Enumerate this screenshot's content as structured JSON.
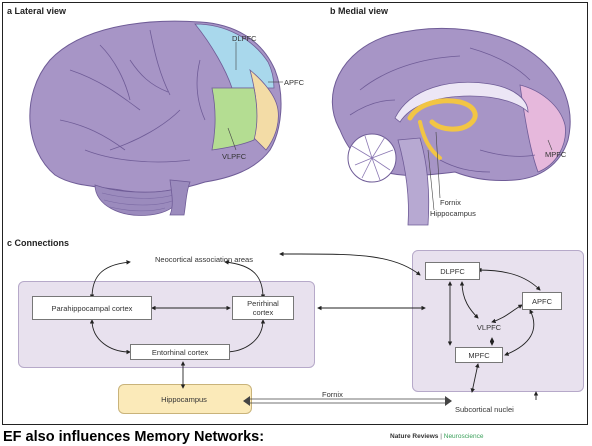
{
  "panels": {
    "lateral_label": "a Lateral view",
    "medial_label": "b Medial view",
    "connections_label": "c Connections"
  },
  "lateral_regions": {
    "dlpfc": "DLPFC",
    "apfc": "APFC",
    "vlpfc": "VLPFC"
  },
  "medial_regions": {
    "mpfc": "MPFC",
    "fornix": "Fornix",
    "hippocampus": "Hippocampus"
  },
  "connections": {
    "neocortical": "Neocortical association areas",
    "parahippocampal": "Parahippocampal cortex",
    "perirhinal": "Perirhinal cortex",
    "entorhinal": "Entorhinal cortex",
    "hippocampus": "Hippocampus",
    "fornix": "Fornix",
    "subcortical": "Subcortical nuclei",
    "dlpfc": "DLPFC",
    "apfc": "APFC",
    "vlpfc": "VLPFC",
    "mpfc": "MPFC"
  },
  "caption": "EF also influences Memory Networks:",
  "credit": {
    "journal": "Nature Reviews",
    "separator": "|",
    "section": "Neuroscience"
  },
  "colors": {
    "brain": "#a795c6",
    "brain_dark": "#8b78b3",
    "dlpfc": "#a9d8ec",
    "apfc": "#f3dca6",
    "vlpfc": "#b4dd92",
    "mpfc": "#e6b8dc",
    "group_fill": "#e8e1ee",
    "hippocampus_box": "#fbeab9",
    "fornix": "#f2c544",
    "credit_section": "#3aa05a"
  }
}
